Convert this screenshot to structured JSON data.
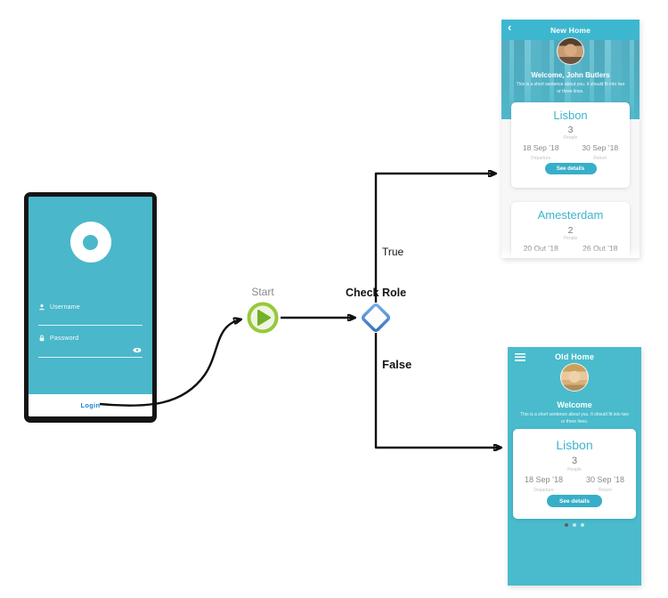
{
  "colors": {
    "teal": "#4ab7ca",
    "header_teal": "#3db7d0",
    "old_home_teal": "#49bbcc",
    "card_accent_teal": "#3cb4ce",
    "button_teal": "#38aec8",
    "login_link_blue": "#1d87d2",
    "start_green_ring": "#97c83c",
    "play_green": "#74b02b",
    "diamond_blue": "#4a90d2",
    "arrow_black": "#101010"
  },
  "icons": {
    "back": "‹",
    "menu": "hamburger-bars",
    "person": "person-silhouette",
    "lock": "padlock",
    "eye": "eye",
    "play": "play-triangle",
    "logo": "white-donut"
  },
  "login_screen": {
    "username_label": "Username",
    "password_label": "Password",
    "login_button": "Login"
  },
  "flow": {
    "start_label": "Start",
    "decision_label": "Check Role",
    "true_label": "True",
    "false_label": "False"
  },
  "new_home": {
    "title": "New Home",
    "welcome": "Welcome, John Butlers",
    "subtitle": "This is a short sentence about you. It should fit into two or three lines.",
    "cards": [
      {
        "city": "Lisbon",
        "count": "3",
        "count_label": "People",
        "departure": "18 Sep ’18",
        "departure_label": "Departure",
        "return_date": "30 Sep ’18",
        "return_label": "Return",
        "button": "See details"
      },
      {
        "city": "Amesterdam",
        "count": "2",
        "count_label": "People",
        "departure": "20 Out ’18",
        "return_date": "26 Out ’18"
      }
    ]
  },
  "old_home": {
    "title": "Old Home",
    "welcome": "Welcome",
    "subtitle": "This is a short sentence about you. It should fit into two or three lines.",
    "card": {
      "city": "Lisbon",
      "count": "3",
      "count_label": "People",
      "departure": "18 Sep ’18",
      "departure_label": "Departure",
      "return_date": "30 Sep ’18",
      "return_label": "Return",
      "button": "See details"
    },
    "pagination": {
      "dots": 3,
      "active_index": 0
    }
  }
}
